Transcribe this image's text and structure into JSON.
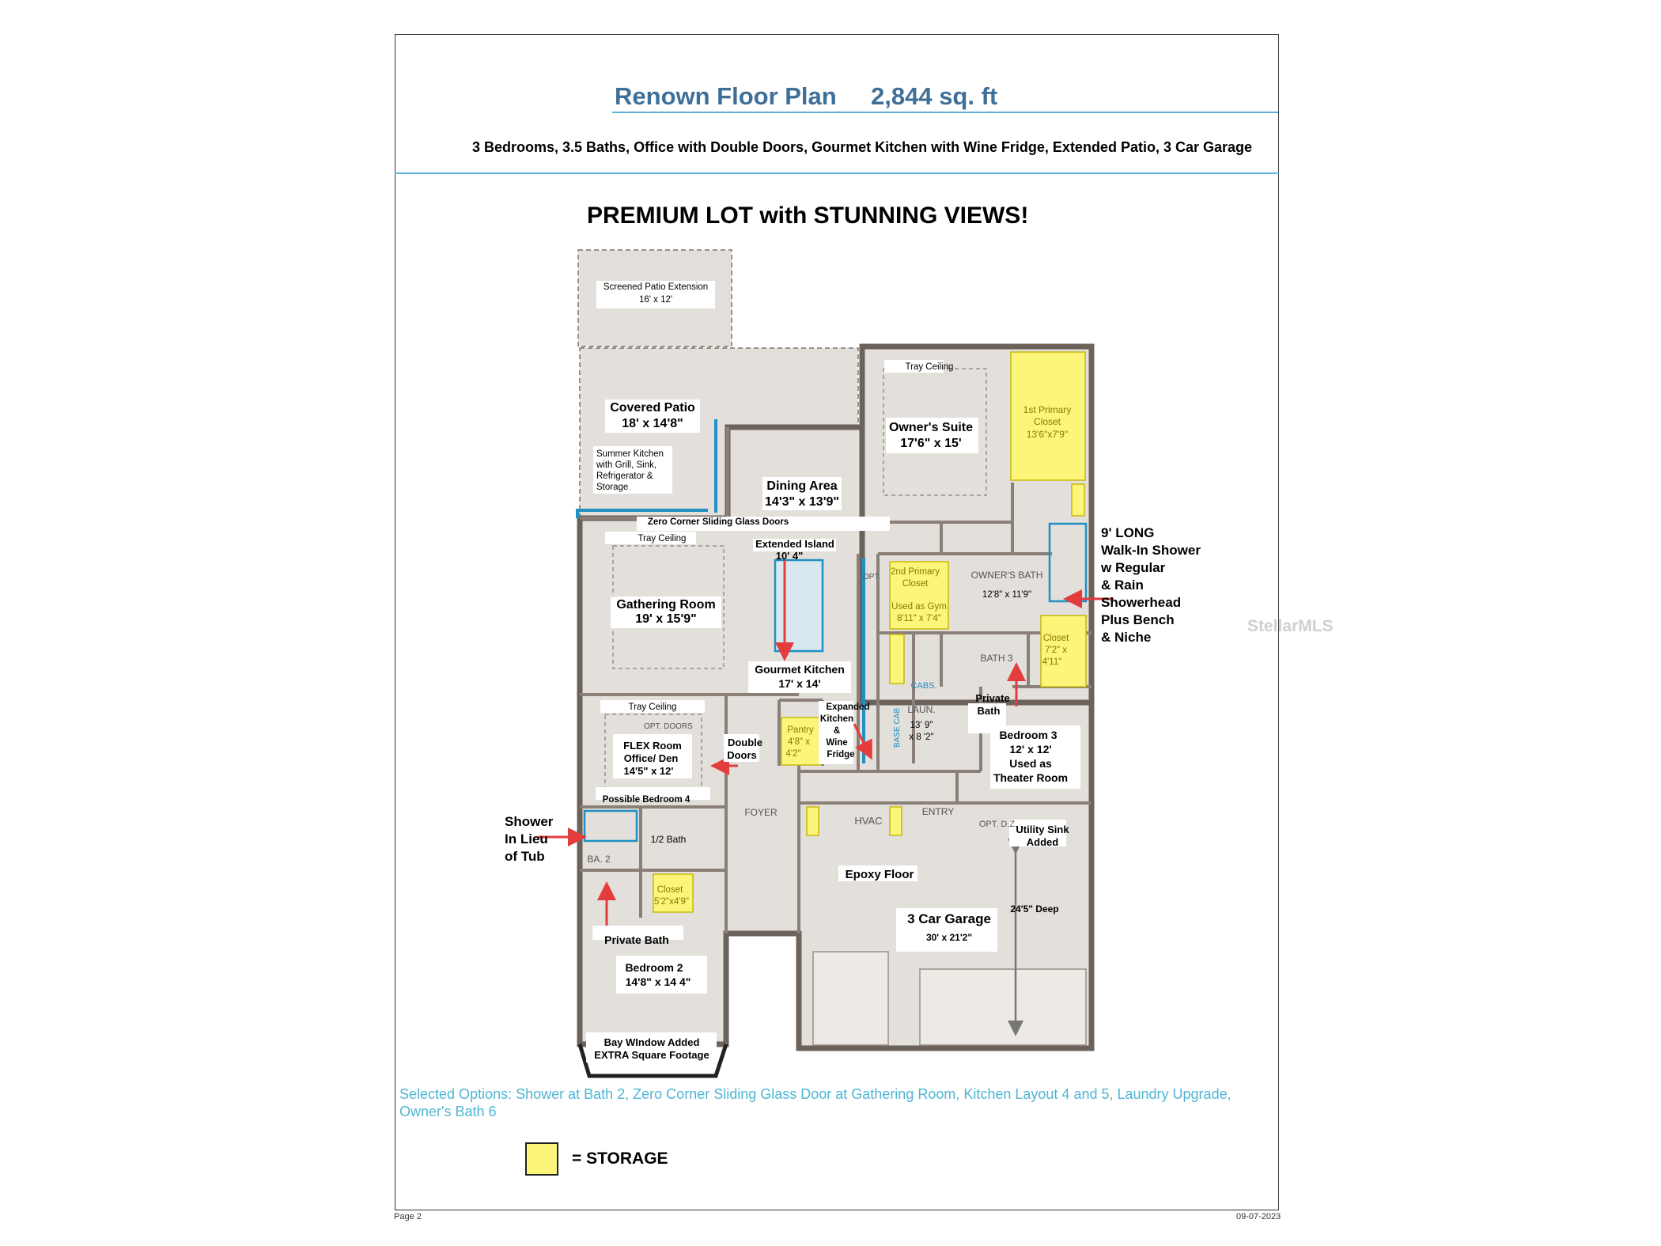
{
  "header": {
    "title": "Renown Floor Plan",
    "sqft": "2,844 sq. ft",
    "features": "3 Bedrooms, 3.5 Baths, Office with Double Doors, Gourmet Kitchen with Wine Fridge,  Extended Patio, 3 Car Garage"
  },
  "banner": "PREMIUM LOT with STUNNING VIEWS!",
  "rooms": {
    "screened_patio": {
      "name": "Screened Patio Extension",
      "size": "16' x 12'"
    },
    "covered_patio": {
      "name": "Covered Patio",
      "size": "18' x 14'8\""
    },
    "summer_kitchen": {
      "l1": "Summer Kitchen",
      "l2": "with Grill, Sink,",
      "l3": "Refrigerator &",
      "l4": "Storage"
    },
    "dining": {
      "name": "Dining Area",
      "size": "14'3\" x 13'9\""
    },
    "zero_corner": "Zero Corner Sliding Glass Doors",
    "tray_ceiling": "Tray Ceiling",
    "extended_island": {
      "name": "Extended Island",
      "size": "10' 4\""
    },
    "gathering": {
      "name": "Gathering Room",
      "size": "19' x 15'9\""
    },
    "gourmet_kitchen": {
      "name": "Gourmet Kitchen",
      "size": "17' x 14'"
    },
    "owners_suite": {
      "name": "Owner's Suite",
      "size": "17'6\" x 15'"
    },
    "primary_closet_1": {
      "l1": "1st Primary",
      "l2": "Closet",
      "l3": "13'6\"x7'9\""
    },
    "primary_closet_2": {
      "l1": "2nd Primary",
      "l2": "Closet",
      "l3": "Used as Gym",
      "l4": "8'11\" x 7'4\""
    },
    "owners_bath": {
      "name": "OWNER'S BATH",
      "size": "12'8\" x 11'9\""
    },
    "walk_in_shower": {
      "l1": "9' LONG",
      "l2": "Walk-In Shower",
      "l3": "w Regular",
      "l4": "& Rain",
      "l5": "Showerhead",
      "l6": "Plus Bench",
      "l7": "& Niche"
    },
    "closet_owner": {
      "l1": "Closet",
      "l2": "7'2\" x",
      "l3": "4'11\""
    },
    "bath3": "BATH 3",
    "private_bath": "Private",
    "private_bath2": "Bath",
    "bedroom3": {
      "name": "Bedroom 3",
      "size": "12' x 12'",
      "use1": "Used as",
      "use2": "Theater Room"
    },
    "laundry": {
      "name": "LAUN.",
      "size1": "13' 9\"",
      "size2": "x 8 '2\""
    },
    "cabs": "CABS.",
    "base_cab": "BASE CAB",
    "opt": "OPT.",
    "pantry": {
      "l1": "Pantry",
      "l2": "4'8\" x",
      "l3": "4'2\""
    },
    "expanded_kitchen": {
      "l1": "Expanded",
      "l2": "Kitchen",
      "l3": "&",
      "l4": "Wine",
      "l5": "Fridge"
    },
    "double_doors": {
      "l1": "Double",
      "l2": "Doors"
    },
    "flex": {
      "l1": "FLEX Room",
      "l2": "Office/ Den",
      "l3": "14'5\" x 12'",
      "l4": "Possible Bedroom 4",
      "opt_doors": "OPT. DOORS"
    },
    "foyer": "FOYER",
    "hvac": "HVAC",
    "entry": "ENTRY",
    "opt_dz": "OPT. D.Z.",
    "utility_sink": {
      "l1": "Utility Sink",
      "l2": "Added"
    },
    "shower_lieu": {
      "l1": "Shower",
      "l2": "In Lieu",
      "l3": "of Tub"
    },
    "ba2": "BA. 2",
    "half_bath": "1/2 Bath",
    "closet_bed2": {
      "l1": "Closet",
      "l2": "5'2\"x4'9\""
    },
    "private_bath_bed2": "Private Bath",
    "bedroom2": {
      "name": "Bedroom 2",
      "size": "14'8\" x 14 4\""
    },
    "bay_window": {
      "l1": "Bay WIndow Added",
      "l2": "EXTRA Square Footage"
    },
    "epoxy": "Epoxy Floor",
    "garage": {
      "name": "3 Car Garage",
      "size": "30' x 21'2\"",
      "depth": "24'5\" Deep"
    }
  },
  "options_text": "Selected Options: Shower at Bath 2, Zero Corner Sliding Glass Door at Gathering Room, Kitchen Layout 4 and 5, Laundry Upgrade, Owner's Bath 6",
  "legend": {
    "label": "= STORAGE",
    "color": "#fbf57a"
  },
  "footer": {
    "page": "Page 2",
    "date": "09-07-2023"
  },
  "watermark": "StellarMLS",
  "colors": {
    "accent_title": "#3e6f99",
    "accent_line": "#5fb3d6",
    "options": "#4fb6d4",
    "wall": "#6b625a",
    "floor": "#e3dfda",
    "storage": "#fbf57a",
    "blue_fixture": "#1f8fc4",
    "arrow": "#e23c3c"
  }
}
